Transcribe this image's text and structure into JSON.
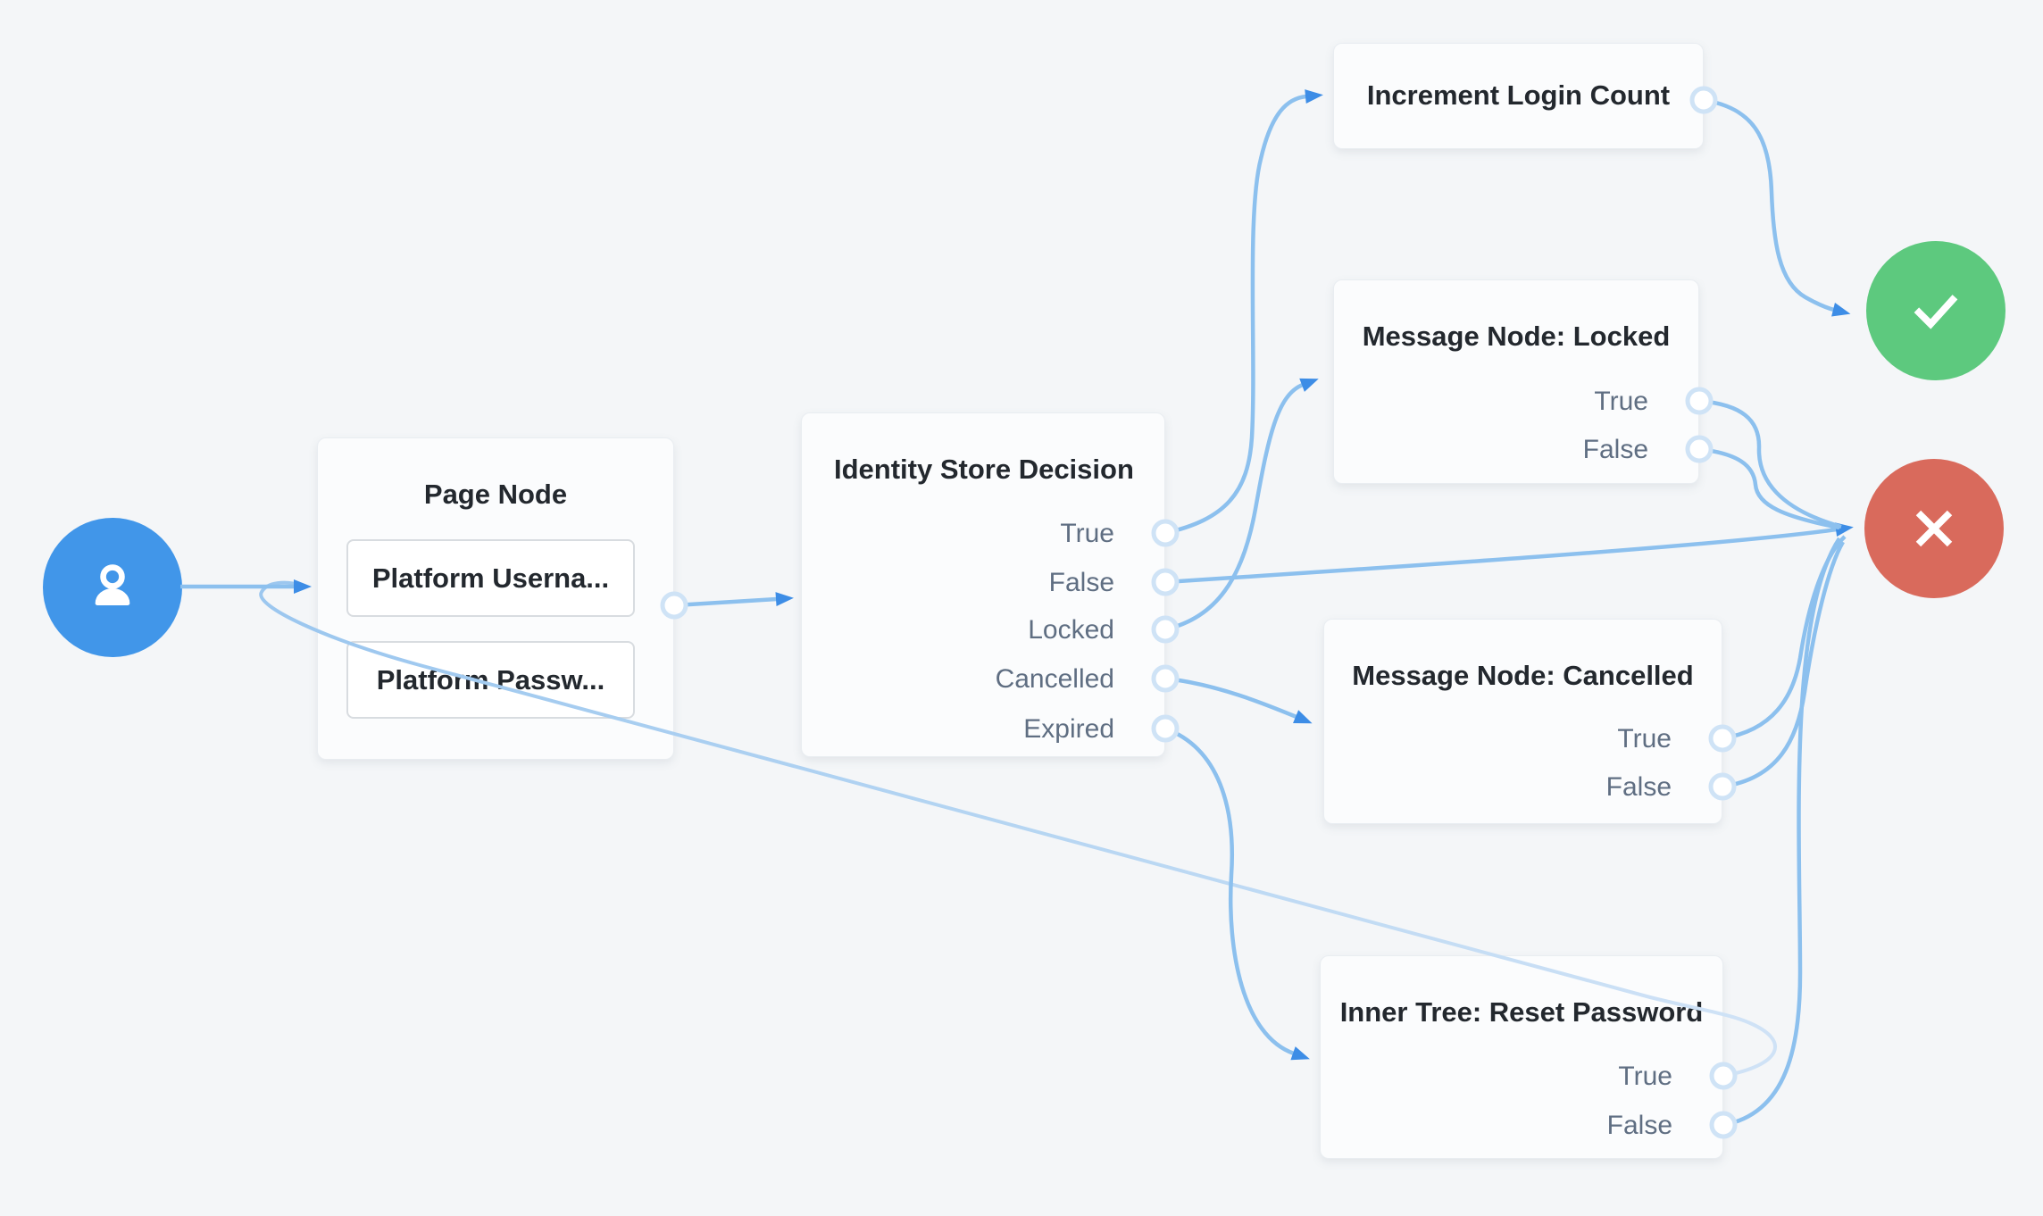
{
  "canvas": {
    "background": "#f4f6f8",
    "edge_color": "#8cc0ee",
    "edge_light_color": "#cfe2f6",
    "arrow_color": "#3d8de6",
    "port_border_color": "#cfe3f6"
  },
  "nodes": {
    "start": {
      "icon": "user-icon",
      "color": "#4196e9"
    },
    "page_node": {
      "title": "Page Node",
      "children": [
        {
          "label": "Platform Userna..."
        },
        {
          "label": "Platform Passw..."
        }
      ]
    },
    "identity_store_decision": {
      "title": "Identity Store Decision",
      "outcomes": [
        "True",
        "False",
        "Locked",
        "Cancelled",
        "Expired"
      ]
    },
    "increment_login_count": {
      "title": "Increment Login Count"
    },
    "message_locked": {
      "title": "Message Node: Locked",
      "outcomes": [
        "True",
        "False"
      ]
    },
    "message_cancelled": {
      "title": "Message Node: Cancelled",
      "outcomes": [
        "True",
        "False"
      ]
    },
    "inner_tree_reset_password": {
      "title": "Inner Tree: Reset Password",
      "outcomes": [
        "True",
        "False"
      ]
    },
    "success": {
      "icon": "check-icon",
      "color": "#5dc97e"
    },
    "failure": {
      "icon": "x-icon",
      "color": "#d96a5c"
    }
  }
}
